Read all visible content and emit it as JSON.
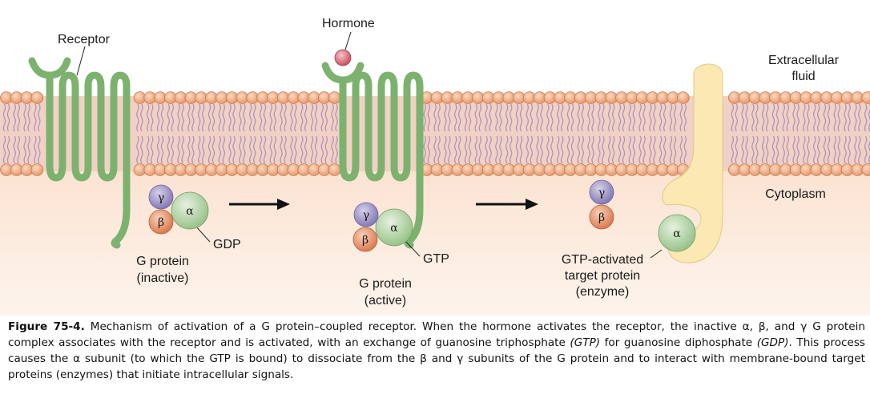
{
  "labels": {
    "receptor": "Receptor",
    "hormone": "Hormone",
    "extracellular_line1": "Extracellular",
    "extracellular_line2": "fluid",
    "cytoplasm": "Cytoplasm",
    "gdp": "GDP",
    "gtp": "GTP",
    "gprotein_inactive_line1": "G protein",
    "gprotein_inactive_line2": "(inactive)",
    "gprotein_active_line1": "G protein",
    "gprotein_active_line2": "(active)",
    "target_line1": "GTP-activated",
    "target_line2": "target protein",
    "target_line3": "(enzyme)"
  },
  "subunits": {
    "alpha": "α",
    "beta": "β",
    "gamma": "γ"
  },
  "colors": {
    "receptor_green": "#7fb371",
    "lipid_head": "#f2b38a",
    "membrane_band": "#f0cfc4",
    "cytoplasm_bg": "#fcefe4",
    "alpha": "#b7d7ad",
    "beta": "#e59a74",
    "gamma": "#a39ac4",
    "hormone": "#d9707e",
    "target_protein": "#fbe9b5"
  },
  "caption": {
    "label": "Figure 75-4.",
    "p1": " Mechanism of activation of a G protein–coupled receptor. When the hormone activates the receptor, the inactive α, β, and γ G protein complex associates with the receptor and is activated, with an exchange of guanosine triphosphate ",
    "gtp": "(GTP)",
    "p2": " for guanosine diphosphate ",
    "gdp": "(GDP)",
    "p3": ". This process causes the α subunit (to which the GTP is bound) to dissociate from the β and γ subunits of the G protein and to interact with membrane-bound target proteins (enzymes) that initiate intracellular signals."
  }
}
